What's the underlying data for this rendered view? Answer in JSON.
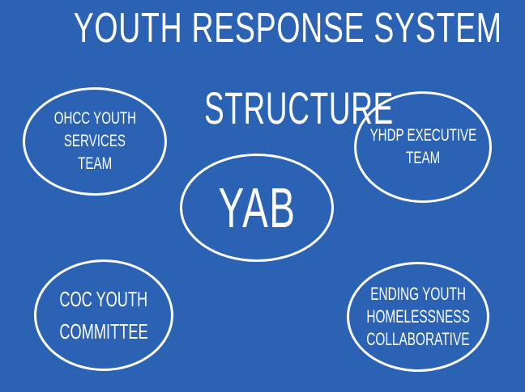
{
  "slide": {
    "background_color": "#2b62b3",
    "text_color": "#ffffff",
    "title": {
      "line1": "YOUTH RESPONSE SYSTEM",
      "line2": "STRUCTURE"
    },
    "nodes": [
      {
        "id": "ohcc",
        "lines": [
          "OHCC YOUTH",
          "SERVICES",
          "TEAM"
        ]
      },
      {
        "id": "yhdp",
        "lines": [
          "YHDP EXECUTIVE",
          "TEAM"
        ]
      },
      {
        "id": "yab",
        "lines": [
          "YAB"
        ]
      },
      {
        "id": "coc",
        "lines": [
          "COC YOUTH",
          "COMMITTEE"
        ]
      },
      {
        "id": "eyhc",
        "lines": [
          "ENDING YOUTH",
          "HOMELESSNESS",
          "COLLABORATIVE"
        ]
      }
    ]
  }
}
